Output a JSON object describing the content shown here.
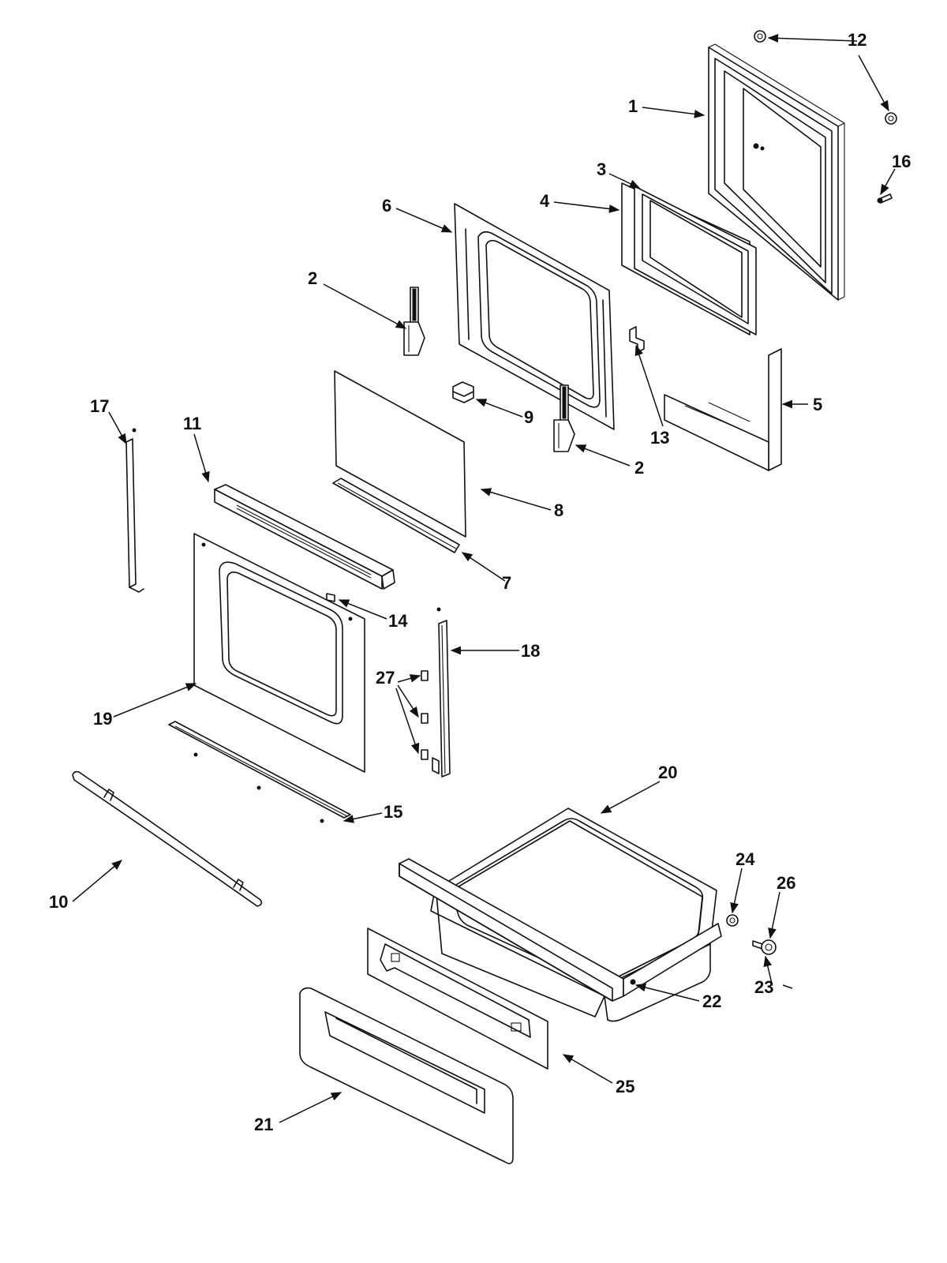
{
  "callouts": {
    "c1": "1",
    "c2a": "2",
    "c2b": "2",
    "c3": "3",
    "c4": "4",
    "c5": "5",
    "c6": "6",
    "c7": "7",
    "c8": "8",
    "c9": "9",
    "c10": "10",
    "c11": "11",
    "c12": "12",
    "c13": "13",
    "c14": "14",
    "c15": "15",
    "c16": "16",
    "c17": "17",
    "c18": "18",
    "c19": "19",
    "c20": "20",
    "c21": "21",
    "c22": "22",
    "c23": "23",
    "c24": "24",
    "c25": "25",
    "c26": "26",
    "c27": "27"
  }
}
